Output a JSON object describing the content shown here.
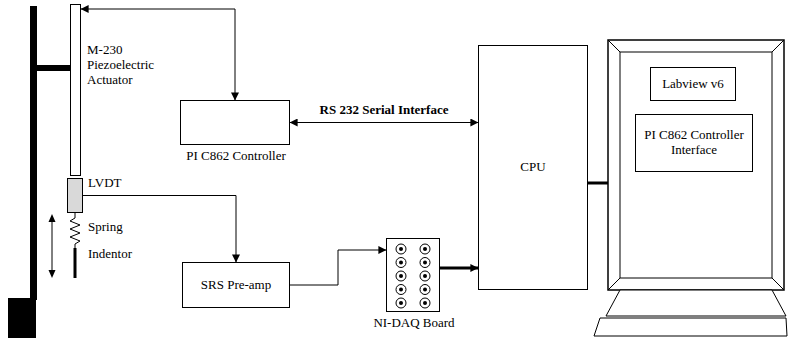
{
  "diagram": {
    "nodes": [
      {
        "text": [
          "M-230 Piezoelectric Actuator"
        ]
      },
      {
        "text": [
          "LVDT"
        ]
      },
      {
        "text": [
          "PI C862 Controller"
        ]
      },
      {
        "text": [
          "CPU"
        ]
      },
      {
        "text": [
          "SRS Pre-amp"
        ]
      },
      {
        "text": [
          "NI-DAQ Board"
        ]
      },
      {
        "text": [
          "Labview v6"
        ]
      },
      {
        "text": [
          "PI C862 Controller Interface"
        ]
      }
    ],
    "edges": [
      {
        "from": 2,
        "to": 0,
        "arrow": "both"
      },
      {
        "from": 2,
        "to": 3,
        "label": "RS 232 Serial Interface",
        "arrow": "both"
      },
      {
        "from": 1,
        "to": 4,
        "arrow": "to"
      },
      {
        "from": 4,
        "to": 5,
        "arrow": "to"
      },
      {
        "from": 5,
        "to": 3,
        "arrow": "to"
      }
    ],
    "labels": [
      "Spring",
      "Indentor"
    ]
  }
}
